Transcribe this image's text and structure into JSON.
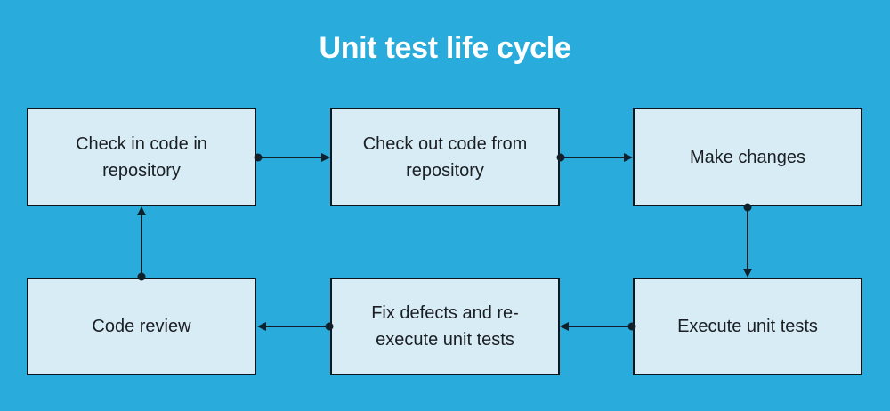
{
  "title": "Unit test life cycle",
  "colors": {
    "background": "#29ABDB",
    "node_fill": "#D8ECF6",
    "node_border": "#0D141B",
    "arrow": "#10212B",
    "title_text": "#FFFFFF",
    "node_text": "#1B1F24"
  },
  "nodes": [
    {
      "id": "check-in",
      "label": "Check in code in repository"
    },
    {
      "id": "check-out",
      "label": "Check out code from repository"
    },
    {
      "id": "make-changes",
      "label": "Make changes"
    },
    {
      "id": "code-review",
      "label": "Code review"
    },
    {
      "id": "fix-defects",
      "label": "Fix defects and re-execute unit tests"
    },
    {
      "id": "execute-tests",
      "label": "Execute unit tests"
    }
  ],
  "edges": [
    {
      "from": "check-in",
      "to": "check-out"
    },
    {
      "from": "check-out",
      "to": "make-changes"
    },
    {
      "from": "make-changes",
      "to": "execute-tests"
    },
    {
      "from": "execute-tests",
      "to": "fix-defects"
    },
    {
      "from": "fix-defects",
      "to": "code-review"
    },
    {
      "from": "code-review",
      "to": "check-in"
    }
  ]
}
